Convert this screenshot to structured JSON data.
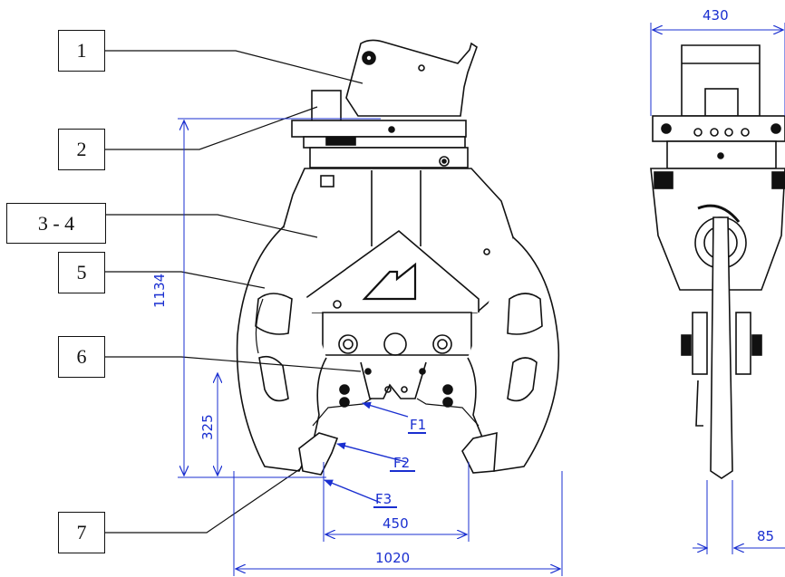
{
  "callouts": [
    {
      "id": "c1",
      "label": "1"
    },
    {
      "id": "c2",
      "label": "2"
    },
    {
      "id": "c3",
      "label": "3 - 4"
    },
    {
      "id": "c4",
      "label": "5"
    },
    {
      "id": "c5",
      "label": "6"
    },
    {
      "id": "c6",
      "label": "7"
    }
  ],
  "dimensions": {
    "overall_height": "1134",
    "jaw_height": "325",
    "inner_width": "450",
    "outer_width": "1020",
    "side_width": "430",
    "side_blade": "85"
  },
  "force_points": {
    "f1": "F1",
    "f2": "F2",
    "f3": "F3"
  },
  "colors": {
    "dimension": "#1a2fd0",
    "drawing": "#111111"
  }
}
